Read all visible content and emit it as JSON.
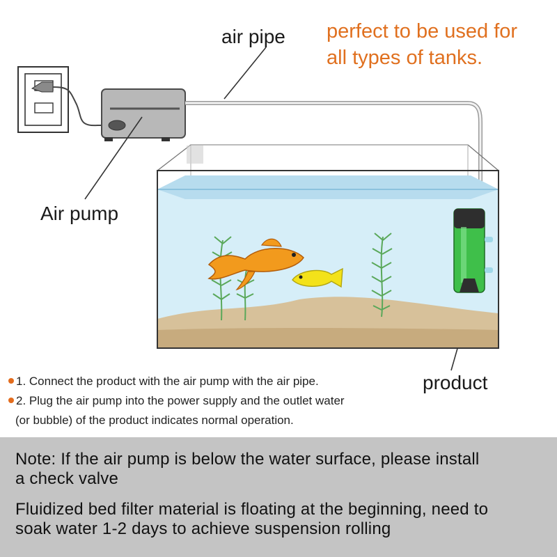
{
  "labels": {
    "air_pipe": "air pipe",
    "air_pump": "Air pump",
    "product": "product"
  },
  "headline": {
    "line1": "perfect to be used for",
    "line2": "all types of tanks."
  },
  "steps": {
    "step1": "1. Connect the product with the air pump with the air pipe.",
    "step2_line1": "2. Plug the air pump into the power supply and the outlet water",
    "step2_line2": "(or bubble) of the product indicates normal operation."
  },
  "notes": {
    "note1_line1": "Note: If the air pump is below the water surface, please install",
    "note1_line2": "a check valve",
    "note2_line1": "Fluidized bed filter material is floating at the beginning, need to",
    "note2_line2": "soak water 1-2 days to achieve suspension rolling"
  },
  "colors": {
    "headline": "#e0701f",
    "bullet": "#e36c1d",
    "note_panel": "#c4c4c4",
    "water": "#cfe9f5",
    "sand": "#d9c39c",
    "filter": "#3fbf4a",
    "fish_orange": "#f29a1d",
    "fish_yellow": "#f3e21a",
    "plant": "#6cb86a"
  }
}
